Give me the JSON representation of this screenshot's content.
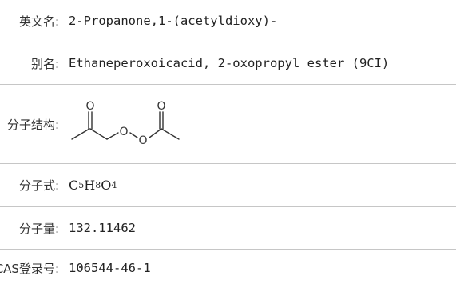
{
  "rows": [
    {
      "label": "英文名:",
      "value": "2-Propanone,1-(acetyldioxy)-"
    },
    {
      "label": "别名:",
      "value": "Ethaneperoxoicacid, 2-oxopropyl ester (9CI)"
    },
    {
      "label": "分子结构:",
      "structure_atoms": [
        "O",
        "O",
        "O",
        "O"
      ]
    },
    {
      "label": "分子式:",
      "formula": [
        {
          "el": "C",
          "n": "5"
        },
        {
          "el": "H",
          "n": "8"
        },
        {
          "el": "O",
          "n": "4"
        }
      ]
    },
    {
      "label": "分子量:",
      "value": "132.11462"
    },
    {
      "label": "CAS登录号:",
      "value": "106544-46-1"
    }
  ]
}
